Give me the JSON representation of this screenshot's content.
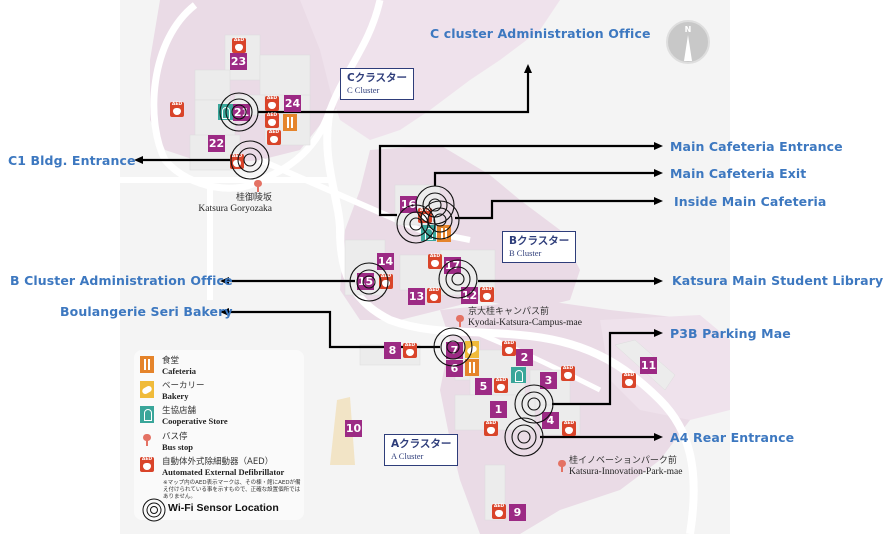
{
  "map": {
    "title": "Katsura Campus Wi-Fi Sensor Locations",
    "colors": {
      "campus_area": "#eadbe6",
      "building": "#eeeeee",
      "callout_text": "#3d78c0",
      "building_marker": "#9c2a84",
      "aed": "#d9442a",
      "cafeteria": "#e5842b",
      "bakery": "#f0bb3a",
      "coop": "#3aa69a",
      "bus_stop": "#e47264",
      "cluster_label": "#2e3d7a"
    },
    "compass": {
      "label": "N"
    },
    "clusters": [
      {
        "id": "C",
        "jp": "Cクラスター",
        "en": "C Cluster"
      },
      {
        "id": "B",
        "jp": "Bクラスター",
        "en": "B Cluster"
      },
      {
        "id": "A",
        "jp": "Aクラスター",
        "en": "A Cluster"
      }
    ],
    "bus_stops": [
      {
        "jp": "桂御陵坂",
        "en": "Katsura Goryozaka"
      },
      {
        "jp": "京大桂キャンパス前",
        "en": "Kyodai-Katsura-Campus-mae"
      },
      {
        "jp": "桂イノベーションパーク前",
        "en": "Katsura-Innovation-Park-mae"
      }
    ],
    "buildings": [
      "1",
      "2",
      "3",
      "4",
      "5",
      "6",
      "7",
      "8",
      "9",
      "10",
      "11",
      "12",
      "13",
      "14",
      "15",
      "16",
      "17",
      "21",
      "22",
      "23",
      "24"
    ],
    "sensor_callouts": [
      {
        "id": "c-admin",
        "label": "C cluster Administration Office"
      },
      {
        "id": "c1-entrance",
        "label": "C1 Bldg. Entrance"
      },
      {
        "id": "main-caf-entrance",
        "label": "Main Cafeteria Entrance"
      },
      {
        "id": "main-caf-exit",
        "label": "Main Cafeteria Exit"
      },
      {
        "id": "inside-main-caf",
        "label": "Inside Main Cafeteria"
      },
      {
        "id": "b-admin",
        "label": "B Cluster Administration Office"
      },
      {
        "id": "library",
        "label": "Katsura Main Student Library"
      },
      {
        "id": "bakery",
        "label": "Boulangerie Seri Bakery"
      },
      {
        "id": "p3b",
        "label": "P3B Parking Mae"
      },
      {
        "id": "a4-rear",
        "label": "A4 Rear Entrance"
      }
    ]
  },
  "legend": {
    "items": [
      {
        "icon": "cafeteria-icon",
        "jp": "食堂",
        "en": "Cafeteria"
      },
      {
        "icon": "bakery-icon",
        "jp": "ベーカリー",
        "en": "Bakery"
      },
      {
        "icon": "cooperative-store-icon",
        "jp": "生協店舗",
        "en": "Cooperative Store"
      },
      {
        "icon": "bus-stop-icon",
        "jp": "バス停",
        "en": "Bus stop"
      },
      {
        "icon": "aed-icon",
        "jp": "自動体外式除細動器（AED）",
        "en": "Automated External Defibrillator"
      }
    ],
    "aed_note": "※マップ内のAED表示マークは、その棟・館にAEDが備え付けられている事を示すもので、正確な設置個所ではありません。",
    "aed_icon_text": "AED",
    "wifi_label": "Wi-Fi Sensor Location"
  }
}
